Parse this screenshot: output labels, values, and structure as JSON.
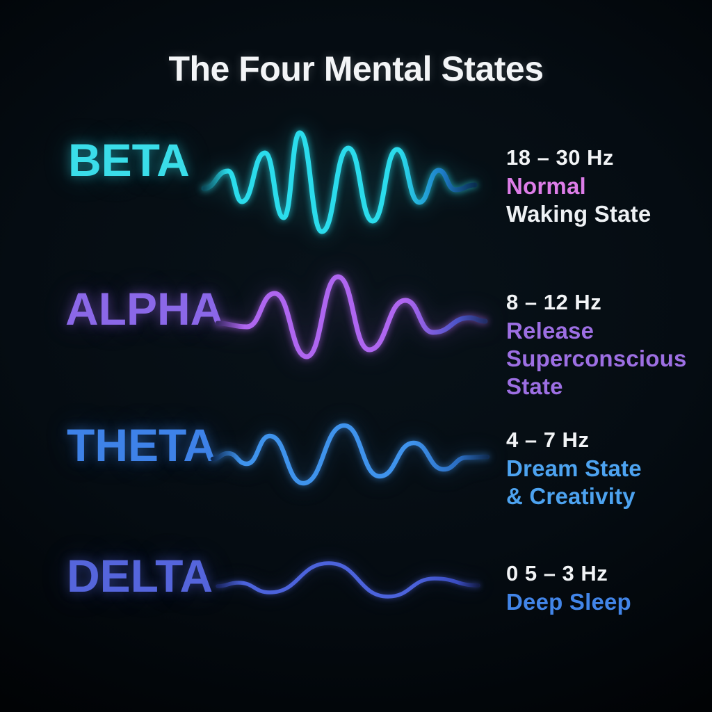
{
  "title": "The Four Mental States",
  "background_color": "#04090e",
  "rows": [
    {
      "label": "BETA",
      "label_color": "#3adde9",
      "freq": "18 – 30 Hz",
      "freq_color": "#f2f4f6",
      "lines": [
        {
          "text": "Normal",
          "color": "#dd7de8"
        },
        {
          "text": "Waking State",
          "color": "#eef1f4"
        }
      ],
      "wave": {
        "fade_in": "#0b4a5a",
        "bright": "#2bdcec",
        "mid_end": "#1e7cc8",
        "fade_out": "#0a2d50"
      }
    },
    {
      "label": "ALPHA",
      "label_color": "#8b68e8",
      "freq": "8 – 12 Hz",
      "freq_color": "#f2f4f6",
      "lines": [
        {
          "text": "Release",
          "color": "#9d6fe3"
        },
        {
          "text": "Superconscious",
          "color": "#9d6fe3"
        },
        {
          "text": "State",
          "color": "#9d6fe3"
        }
      ],
      "wave": {
        "fade_in": "#3a2a66",
        "bright": "#af66f0",
        "mid_end": "#4a54c8",
        "fade_out": "#222e66"
      }
    },
    {
      "label": "THETA",
      "label_color": "#3e82e8",
      "freq": "4 – 7 Hz",
      "freq_color": "#f2f4f6",
      "lines": [
        {
          "text": "Dream State",
          "color": "#4da3f0"
        },
        {
          "text": "& Creativity",
          "color": "#4da3f0"
        }
      ],
      "wave": {
        "fade_in": "#0e2a52",
        "bright": "#3f93ec",
        "mid_end": "#2a6cc0",
        "fade_out": "#102c52"
      }
    },
    {
      "label": "DELTA",
      "label_color": "#5565dc",
      "freq": "0 5 – 3 Hz",
      "freq_color": "#f2f4f6",
      "lines": [
        {
          "text": "Deep Sleep",
          "color": "#4285e8"
        }
      ],
      "wave": {
        "fade_in": "#1a2560",
        "bright": "#4c63dc",
        "mid_end": "#3a4cc0",
        "fade_out": "#141c46"
      }
    }
  ]
}
